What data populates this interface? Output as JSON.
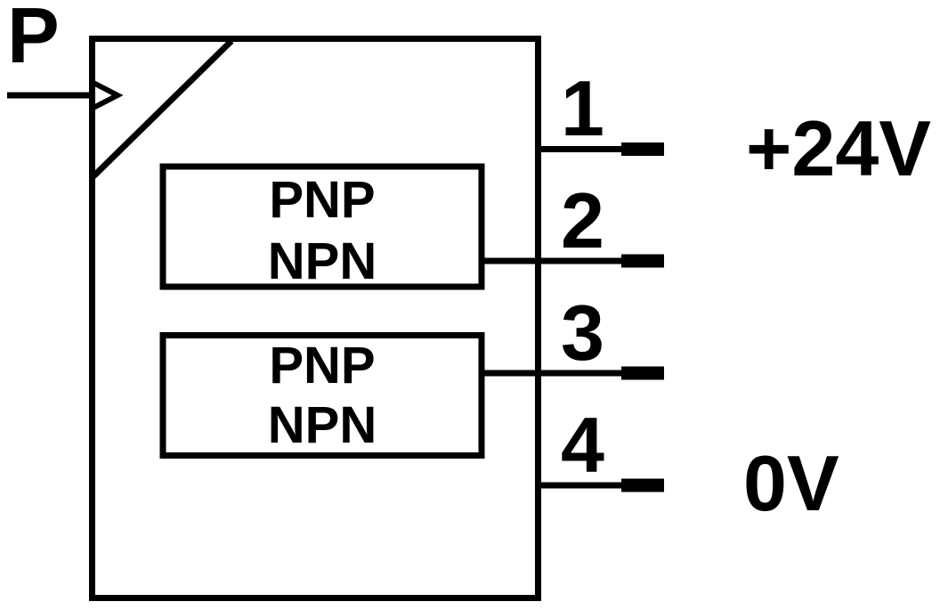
{
  "canvas": {
    "background_color": "#ffffff",
    "line_color": "#000000"
  },
  "diagram": {
    "port_label": "P",
    "blocks": [
      {
        "line1": "PNP",
        "line2": "NPN"
      },
      {
        "line1": "PNP",
        "line2": "NPN"
      }
    ],
    "pins": [
      {
        "number": "1",
        "label": "+24V"
      },
      {
        "number": "2",
        "label": ""
      },
      {
        "number": "3",
        "label": ""
      },
      {
        "number": "4",
        "label": "0V"
      }
    ]
  }
}
